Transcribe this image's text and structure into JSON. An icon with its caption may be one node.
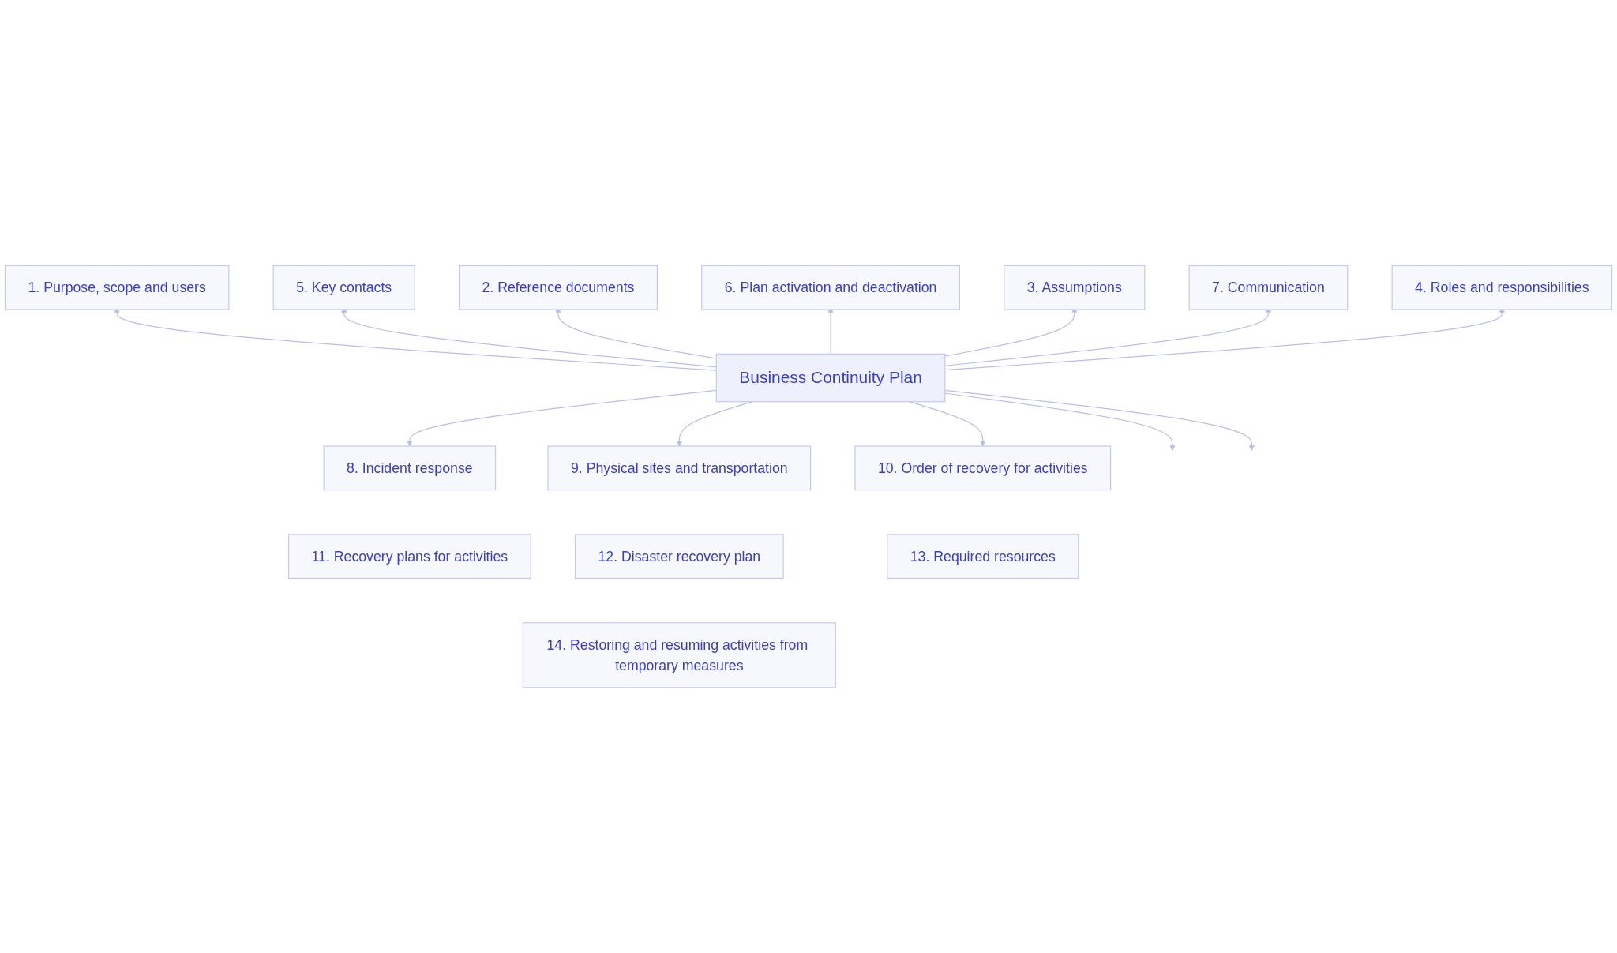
{
  "diagram": {
    "nodes": [
      {
        "text": [
          "1. Purpose, scope and users"
        ]
      },
      {
        "text": [
          "2. Reference documents"
        ]
      },
      {
        "text": [
          "3. Assumptions"
        ]
      },
      {
        "text": [
          "4. Roles and responsibilities"
        ]
      },
      {
        "text": [
          "5. Key contacts"
        ]
      },
      {
        "text": [
          "6. Plan activation and deactivation"
        ]
      },
      {
        "text": [
          "7. Communication"
        ]
      },
      {
        "text": [
          "Business Continuity Plan"
        ]
      },
      {
        "text": [
          "8. Incident response"
        ]
      },
      {
        "text": [
          "9. Physical sites and transportation"
        ]
      },
      {
        "text": [
          "10. Order of recovery for activities"
        ]
      },
      {
        "text": [
          "11. Recovery plans for activities"
        ]
      },
      {
        "text": [
          "12. Disaster recovery plan"
        ]
      },
      {
        "text": [
          "13. Required resources"
        ]
      },
      {
        "text": [
          "14. Restoring and resuming activities from temporary measures"
        ]
      }
    ],
    "edges": [
      {
        "from": 7,
        "to": 0,
        "arrow": "to"
      },
      {
        "from": 7,
        "to": 4,
        "arrow": "to"
      },
      {
        "from": 7,
        "to": 1,
        "arrow": "to"
      },
      {
        "from": 7,
        "to": 5,
        "arrow": "to"
      },
      {
        "from": 7,
        "to": 2,
        "arrow": "to"
      },
      {
        "from": 7,
        "to": 6,
        "arrow": "to"
      },
      {
        "from": 7,
        "to": 3,
        "arrow": "to"
      },
      {
        "from": 7,
        "to": 8,
        "arrow": "to"
      },
      {
        "from": 7,
        "to": null,
        "arrow": "to"
      },
      {
        "from": 7,
        "to": 9,
        "arrow": "to"
      },
      {
        "from": 7,
        "to": null,
        "arrow": "to"
      },
      {
        "from": 7,
        "to": 10,
        "arrow": "to"
      }
    ]
  }
}
